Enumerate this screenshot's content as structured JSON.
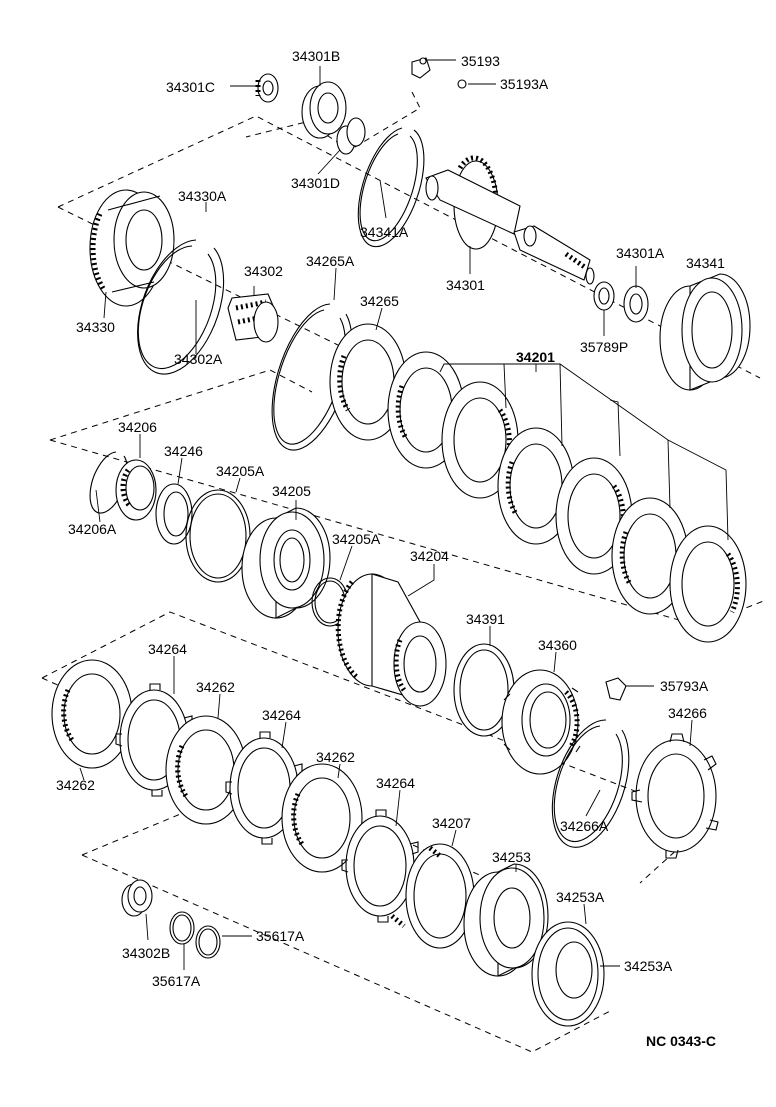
{
  "diagram": {
    "code": "NC 0343-C",
    "labels": {
      "p34301B": "34301B",
      "p35193": "35193",
      "p35193A": "35193A",
      "p34301C": "34301C",
      "p34301D": "34301D",
      "p34341A": "34341A",
      "p34330A": "34330A",
      "p34302": "34302",
      "p34265A": "34265A",
      "p34265": "34265",
      "p34330": "34330",
      "p34302A": "34302A",
      "p34301": "34301",
      "p34301A": "34301A",
      "p34341": "34341",
      "p34201": "34201",
      "p35789P": "35789P",
      "p34206": "34206",
      "p34246": "34246",
      "p34205A_1": "34205A",
      "p34205": "34205",
      "p34206A": "34206A",
      "p34205A_2": "34205A",
      "p34204": "34204",
      "p34391": "34391",
      "p34360": "34360",
      "p35793A": "35793A",
      "p34266": "34266",
      "p34264_1": "34264",
      "p34262_1": "34262",
      "p34264_2": "34264",
      "p34262_2": "34262",
      "p34264_3": "34264",
      "p34262_3": "34262",
      "p34266A": "34266A",
      "p34207": "34207",
      "p34253": "34253",
      "p34253A_1": "34253A",
      "p34253A_2": "34253A",
      "p34302B": "34302B",
      "p35617A_1": "35617A",
      "p35617A_2": "35617A"
    }
  }
}
